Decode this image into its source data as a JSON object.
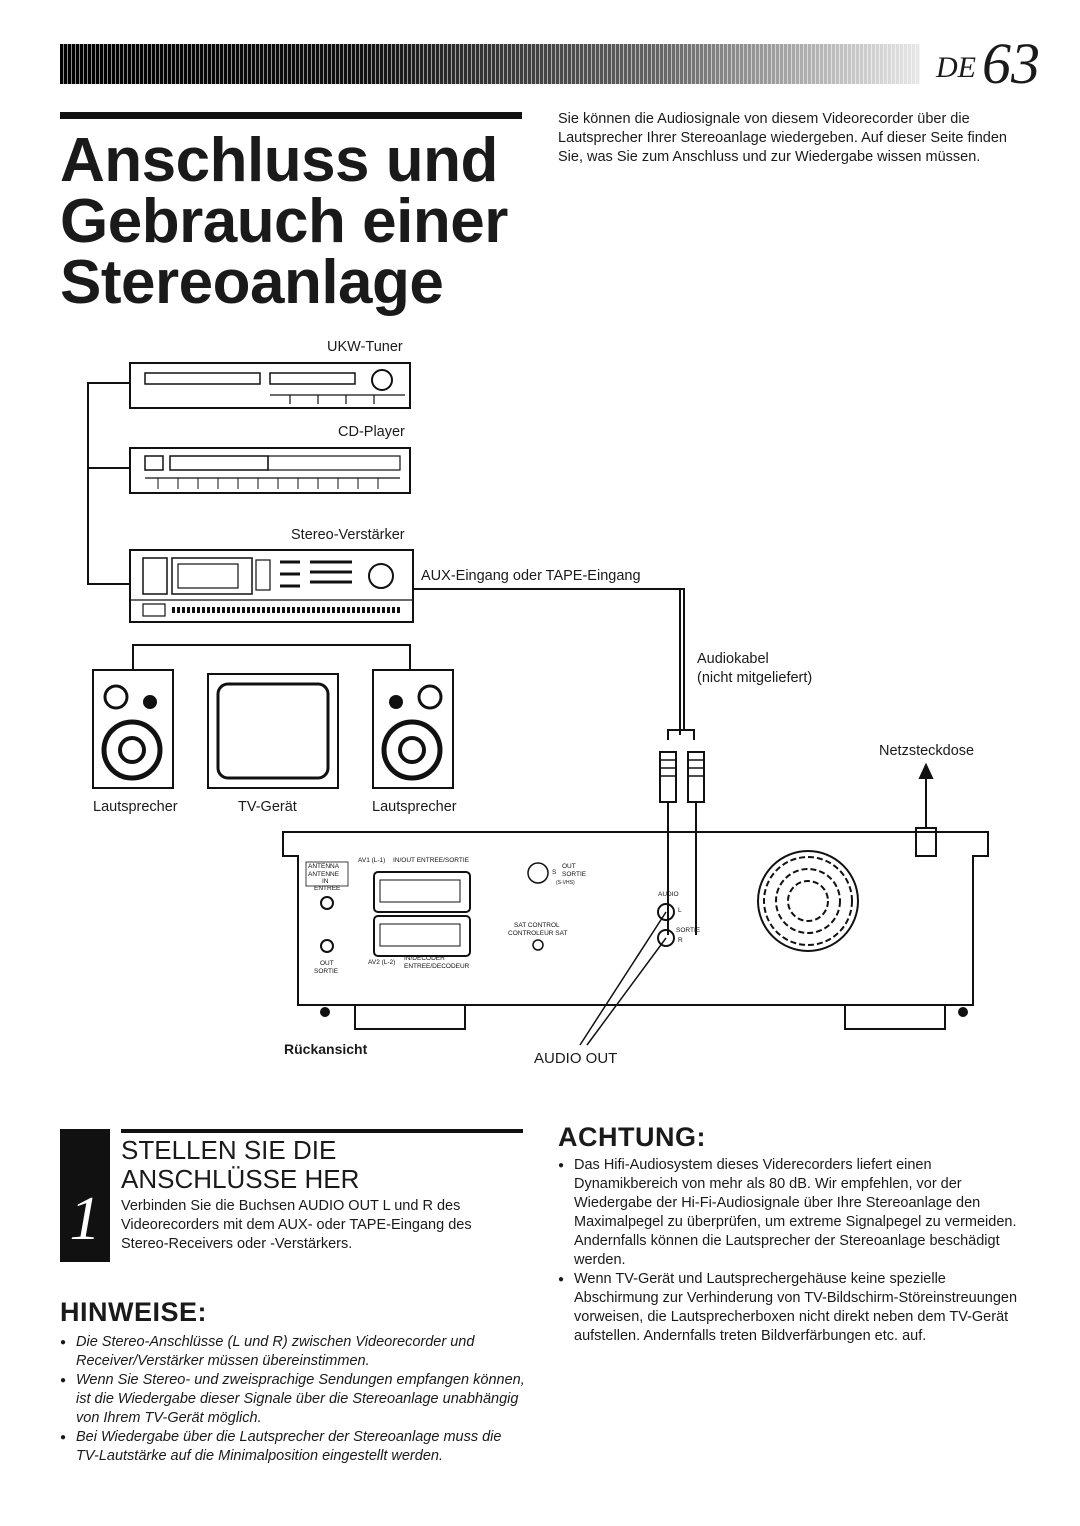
{
  "header": {
    "lang": "DE",
    "page": "63"
  },
  "title": [
    "Anschluss und",
    "Gebrauch einer",
    "Stereoanlage"
  ],
  "intro": "Sie können die Audiosignale von diesem Videorecorder über die Lautsprecher Ihrer Stereoanlage wiedergeben. Auf dieser Seite finden Sie, was Sie zum Anschluss und zur Wiedergabe wissen müssen.",
  "diagram": {
    "tuner": "UKW-Tuner",
    "cd": "CD-Player",
    "amp": "Stereo-Verstärker",
    "aux": "AUX-Eingang oder TAPE-Eingang",
    "cable1": "Audiokabel",
    "cable2": "(nicht mitgeliefert)",
    "outlet": "Netzsteckdose",
    "speaker_left": "Lautsprecher",
    "tv": "TV-Gerät",
    "speaker_right": "Lautsprecher",
    "rear_view": "Rückansicht",
    "audio_out": "AUDIO OUT",
    "panel": {
      "antenna1": "ANTENNA",
      "antenna2": "ANTENNE",
      "in": "IN",
      "entree": "ENTREE",
      "out": "OUT",
      "sortie": "SORTIE",
      "av1": "AV1 (L-1)",
      "inout": "IN/OUT   ENTREE/SORTIE",
      "av2": "AV2 (L-2)",
      "indecoder": "IN/DECODER",
      "entreedecodeur": "ENTREE/DECODEUR",
      "s": "S",
      "s_out": "OUT",
      "s_sortie": "SORTIE",
      "svhs": "(S-VHS)",
      "sat1": "SAT CONTROL",
      "sat2": "CONTROLEUR SAT",
      "audio": "AUDIO",
      "l": "L",
      "r": "R",
      "sortie_audio": "SORTIE"
    }
  },
  "step": {
    "number": "1",
    "title": "STELLEN SIE DIE ANSCHLÜSSE HER",
    "text": "Verbinden Sie die Buchsen AUDIO OUT L und R des Videorecorders mit dem AUX- oder TAPE-Eingang des Stereo-Receivers oder -Verstärkers."
  },
  "hinweise": {
    "heading": "HINWEISE:",
    "items": [
      "Die Stereo-Anschlüsse (L und R) zwischen Videorecorder und Receiver/Verstärker müssen übereinstimmen.",
      "Wenn Sie Stereo- und zweisprachige Sendungen empfangen können, ist die Wiedergabe dieser Signale über die Stereoanlage unabhängig von Ihrem TV-Gerät möglich.",
      "Bei Wiedergabe über die Lautsprecher der Stereoanlage muss die TV-Lautstärke auf die Minimalposition eingestellt werden."
    ]
  },
  "achtung": {
    "heading": "ACHTUNG:",
    "items": [
      "Das Hifi-Audiosystem dieses Viderecorders liefert einen Dynamikbereich von mehr als 80 dB. Wir empfehlen, vor der Wiedergabe der Hi-Fi-Audiosignale über Ihre Stereoanlage den Maximalpegel zu überprüfen, um extreme Signalpegel zu vermeiden. Andernfalls können die Lautsprecher der Stereoanlage beschädigt werden.",
      "Wenn TV-Gerät und Lautsprechergehäuse keine spezielle Abschirmung zur Verhinderung von TV-Bildschirm-Störeinstreuungen vorweisen, die Lautsprecherboxen nicht direkt neben dem TV-Gerät aufstellen. Andernfalls treten Bildverfärbungen etc. auf."
    ]
  }
}
